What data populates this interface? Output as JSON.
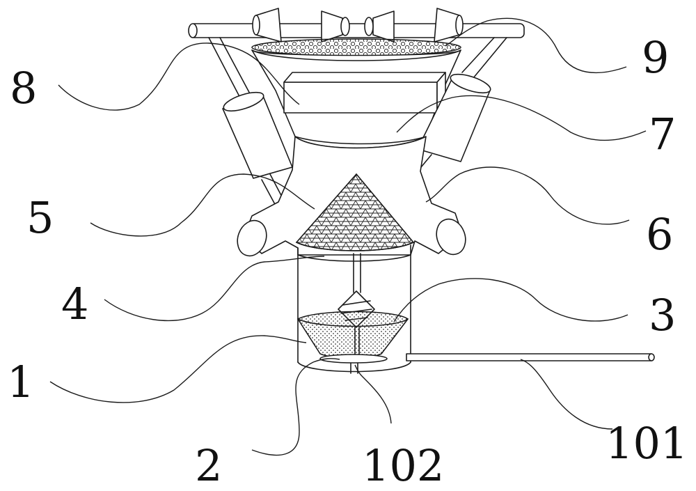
{
  "labels": {
    "l1": "1",
    "l2": "2",
    "l3": "3",
    "l4": "4",
    "l5": "5",
    "l6": "6",
    "l7": "7",
    "l8": "8",
    "l9": "9",
    "l101": "101",
    "l102": "102"
  }
}
